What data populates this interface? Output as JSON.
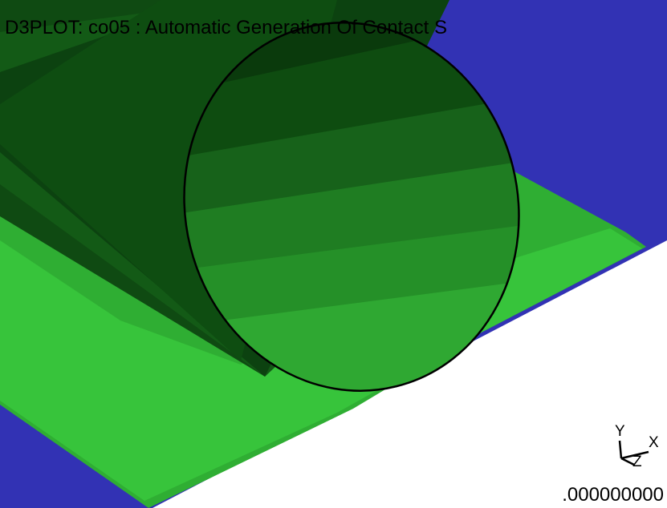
{
  "window": {
    "title": "D3PLOT: co05 : Automatic Generation Of Contact S"
  },
  "scene": {
    "colors": {
      "background": "#ffffff",
      "plate": "#3232b4",
      "strip_light": "#35c23a",
      "strip_mid": "#2c9e2e",
      "cylinder_dark": "#0a3a0c",
      "cylinder_face": "#219428",
      "outline": "#000000"
    }
  },
  "triad": {
    "y_label": "Y",
    "z_label": "Z",
    "x_label": "X"
  },
  "status": {
    "time_value": ".000000000"
  }
}
